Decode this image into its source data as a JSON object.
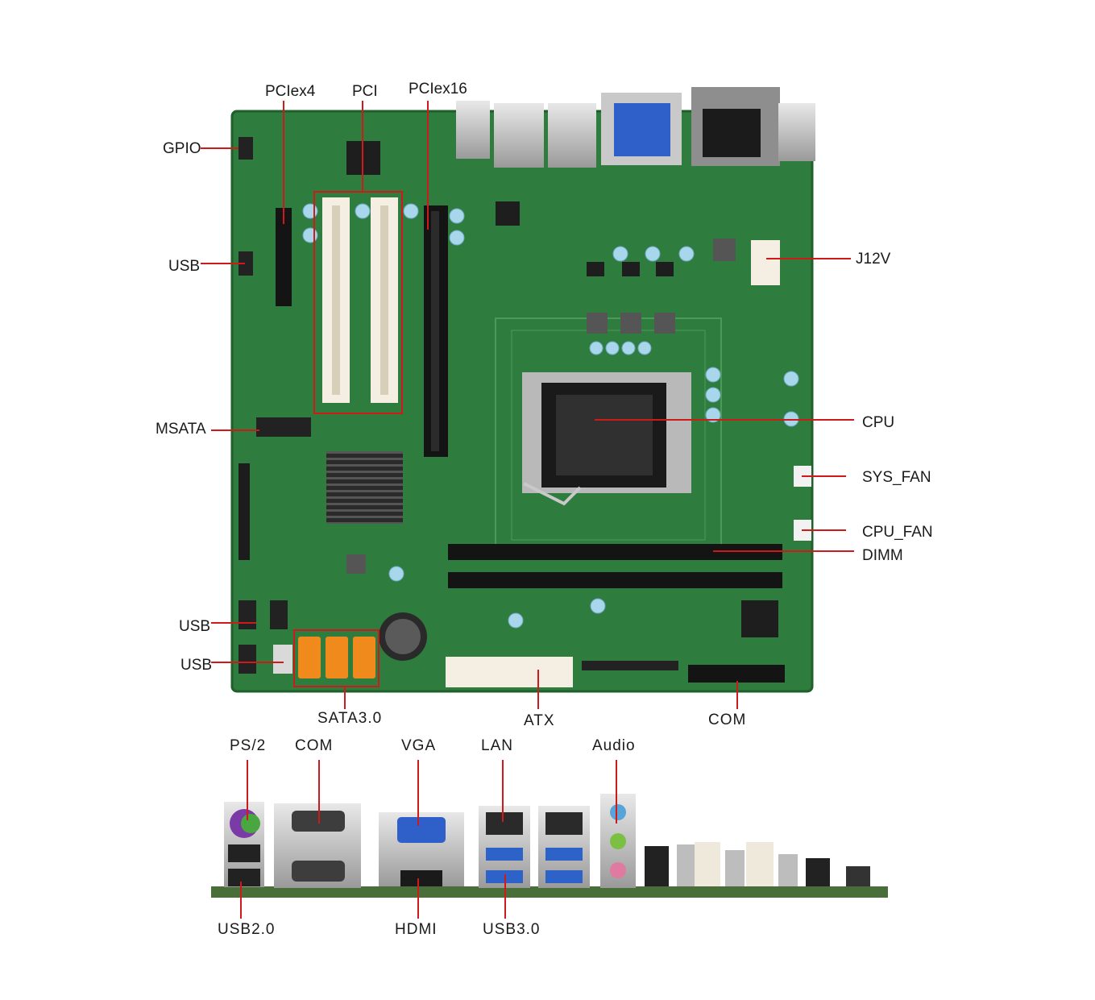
{
  "colors": {
    "pcb_green": "#2f7d3e",
    "pcb_dark": "#1f5f2c",
    "callout_red": "#d01a1a",
    "slot_white": "#f4efe2",
    "slot_black": "#141414",
    "sata_orange": "#f08a1c",
    "vga_blue": "#2f5fc8",
    "label_text": "#1a1a1a"
  },
  "board_callouts": {
    "pciex4": "PCIex4",
    "pci": "PCI",
    "pciex16": "PCIex16",
    "gpio": "GPIO",
    "usb_left_top": "USB",
    "j12v": "J12V",
    "msata": "MSATA",
    "cpu": "CPU",
    "sys_fan": "SYS_FAN",
    "cpu_fan": "CPU_FAN",
    "dimm": "DIMM",
    "usb_left_mid": "USB",
    "usb_left_low": "USB",
    "sata": "SATA3.0",
    "atx": "ATX",
    "com_bottom": "COM"
  },
  "io_callouts": {
    "ps2": "PS/2",
    "com": "COM",
    "vga": "VGA",
    "lan": "LAN",
    "audio": "Audio",
    "usb2": "USB2.0",
    "hdmi": "HDMI",
    "usb3": "USB3.0"
  }
}
